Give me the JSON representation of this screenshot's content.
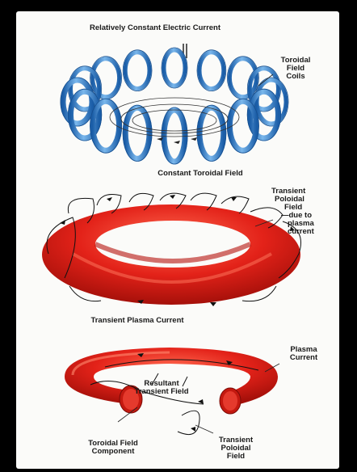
{
  "labels": {
    "top": "Relatively Constant Electric Current",
    "coils": [
      "Toroidal",
      "Field",
      "Coils"
    ],
    "const_field": "Constant Toroidal Field",
    "poloidal": [
      "Transient",
      "Poloidal",
      "Field",
      "—due to",
      "plasma",
      "current"
    ],
    "plasma_current_mid": "Transient Plasma Current",
    "plasma_current_right": [
      "Plasma",
      "Current"
    ],
    "resultant": [
      "Resultant",
      "Transient Field"
    ],
    "toroidal_component": [
      "Toroidal Field",
      "Component"
    ],
    "transient_poloidal_bottom": [
      "Transient",
      "Poloidal",
      "Field"
    ]
  },
  "colors": {
    "coil_blue": "#2f79c4",
    "coil_light": "#7ab7ec",
    "plasma_red": "#e32219",
    "plasma_dark": "#9e0f0a",
    "background": "#000000",
    "panel": "#fbfbf9"
  }
}
